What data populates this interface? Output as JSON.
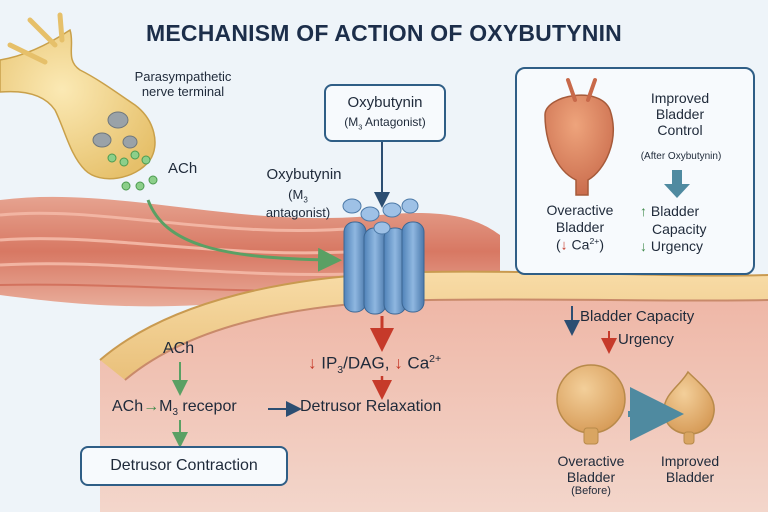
{
  "title": "MECHANISM OF ACTION OF OXYBUTYNIN",
  "nerve": {
    "label_line1": "Parasympathetic",
    "label_line2": "nerve terminal",
    "ach": "ACh"
  },
  "drug_box": {
    "name": "Oxybutynin",
    "role_pre": "(M",
    "role_sub": "3",
    "role_post": " Antagonist)"
  },
  "drug_side": {
    "name": "Oxybutynin",
    "line2_pre": "(M",
    "line2_sub": "3",
    "line3": "antagonist)"
  },
  "signaling": {
    "down_arrow": "↓",
    "ip3_pre": "IP",
    "ip3_sub": "3",
    "ip3_post": "/DAG,",
    "ca_pre": "Ca",
    "ca_sup": "2+",
    "ach": "ACh",
    "ach_row": "ACh",
    "small_arrow": "→",
    "receptor_pre": "M",
    "receptor_sub": "3",
    "receptor_post": " recepor",
    "relax_arrow": "→",
    "relaxation": "Detrusor Relaxation",
    "contraction": "Detrusor Contraction"
  },
  "panel": {
    "improved_line1": "Improved",
    "improved_line2": "Bladder",
    "improved_line3": "Control",
    "after_note": "(After Oxybutynin)",
    "up_arrow": "↑",
    "capacity_line1": "Bladder",
    "capacity_line2": "Capacity",
    "down_arrow": "↓",
    "urgency": "Urgency",
    "overactive_line1": "Overactive",
    "overactive_line2": "Bladder",
    "ca_pre": "Ca",
    "ca_sup": "2+",
    "ca_post": ")"
  },
  "lower_right": {
    "down_arrow": "↓",
    "capacity": "Bladder Capacity",
    "urgency": "Urgency",
    "overactive_line1": "Overactive",
    "overactive_line2": "Bladder",
    "before_note": "(Before)",
    "improved_line1": "Improved",
    "improved_line2": "Bladder"
  },
  "colors": {
    "accent_blue": "#2f5e86",
    "receptor_blue": "#5b8fc4",
    "arrow_red": "#c63a2a",
    "arrow_green": "#5aa064",
    "nerve_yellow": "#f1d68c",
    "muscle_red": "#d9705a",
    "bladder_tan": "#e7b77a"
  }
}
